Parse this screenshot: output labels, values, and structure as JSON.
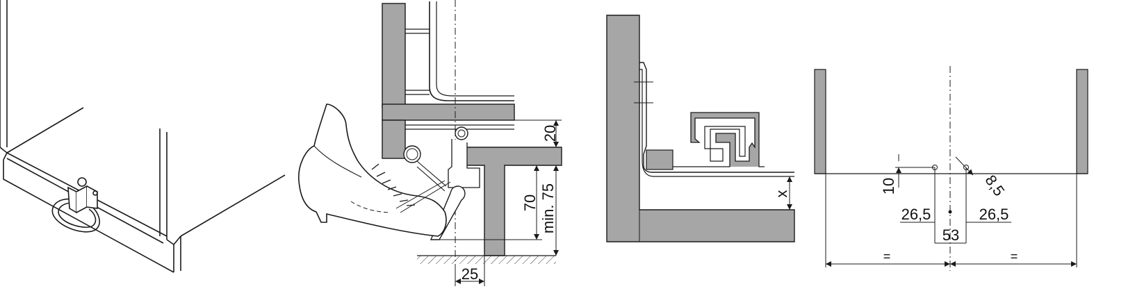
{
  "colors": {
    "panel_gray": "#a6a6a6",
    "line": "#1a1a1a",
    "light_line": "#555555"
  },
  "panel2": {
    "dim_20": "20",
    "dim_70": "70",
    "dim_min75": "min. 75",
    "dim_25": "25"
  },
  "panel3": {
    "dim_x": "x"
  },
  "panel4": {
    "dim_10": "10",
    "dim_8_5": "8,5",
    "dim_26_5_left": "26,5",
    "dim_26_5_right": "26,5",
    "dim_53": "53",
    "eq_left": "=",
    "eq_right": "="
  }
}
